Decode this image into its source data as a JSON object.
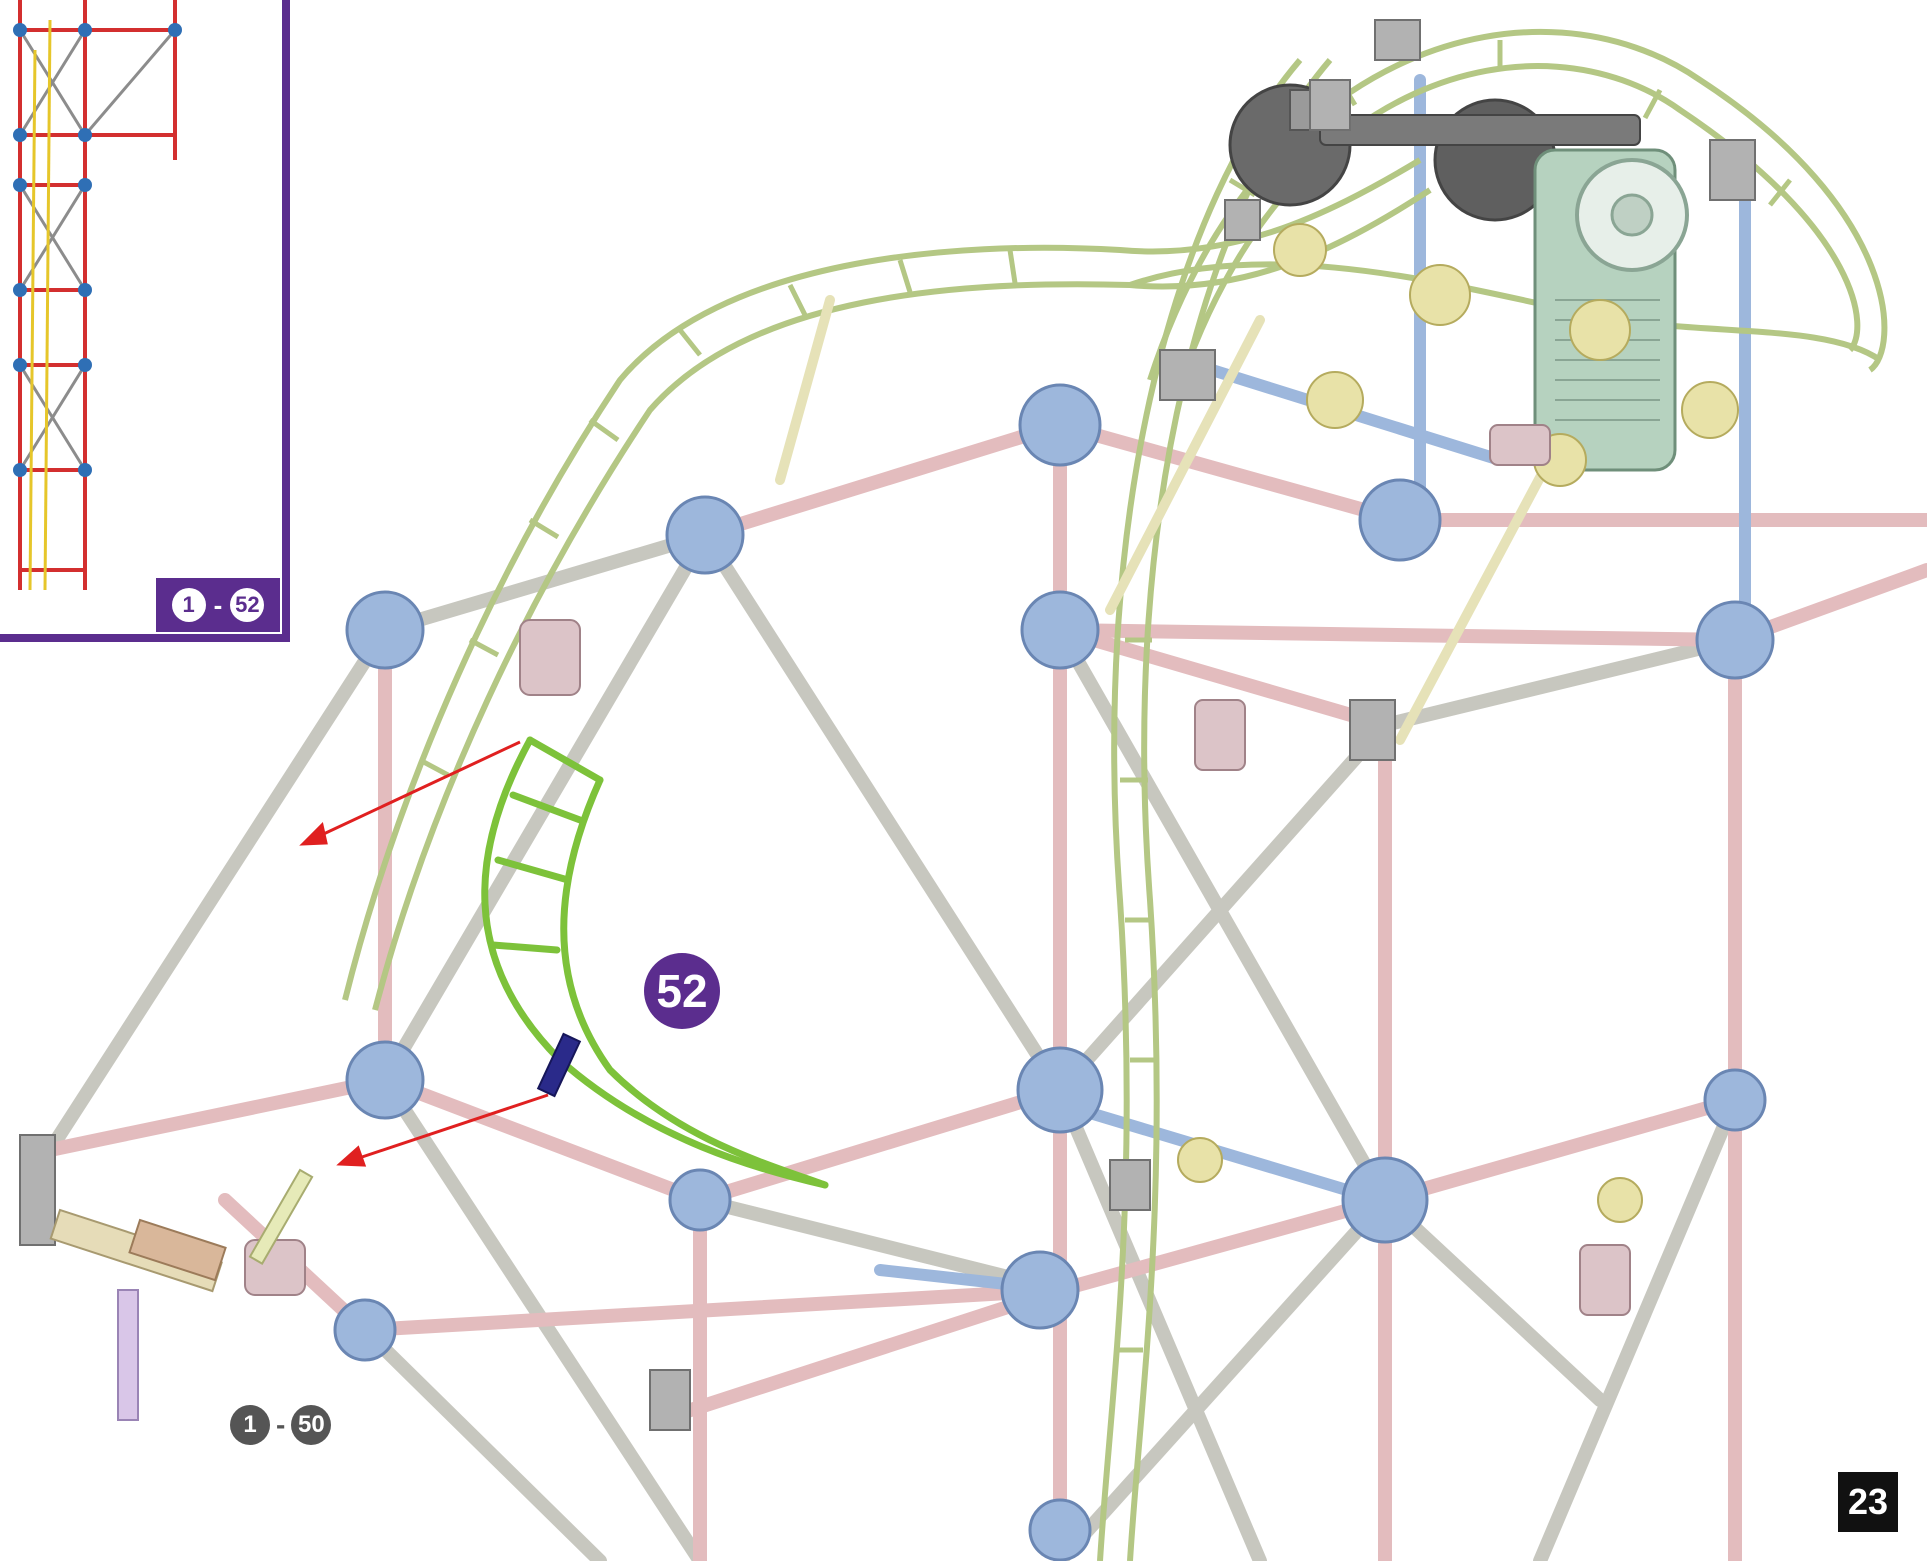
{
  "inset": {
    "from_step": "1",
    "separator": "-",
    "to_step": "52"
  },
  "current_step": "52",
  "range_label": {
    "from_step": "1",
    "separator": "-",
    "to_step": "50"
  },
  "page_number": "23",
  "colors": {
    "accent_purple": "#5b2d8e",
    "new_track_green": "#7dc23a",
    "arrow_red": "#e02020",
    "rod_pink": "#e3bcbe",
    "rod_gray": "#c7c7bf",
    "connector_blue": "#9db7dc",
    "track_pale_green": "#c9d6a2",
    "motor_green": "#b6d2bf",
    "gear_gray": "#5f5f5f"
  }
}
